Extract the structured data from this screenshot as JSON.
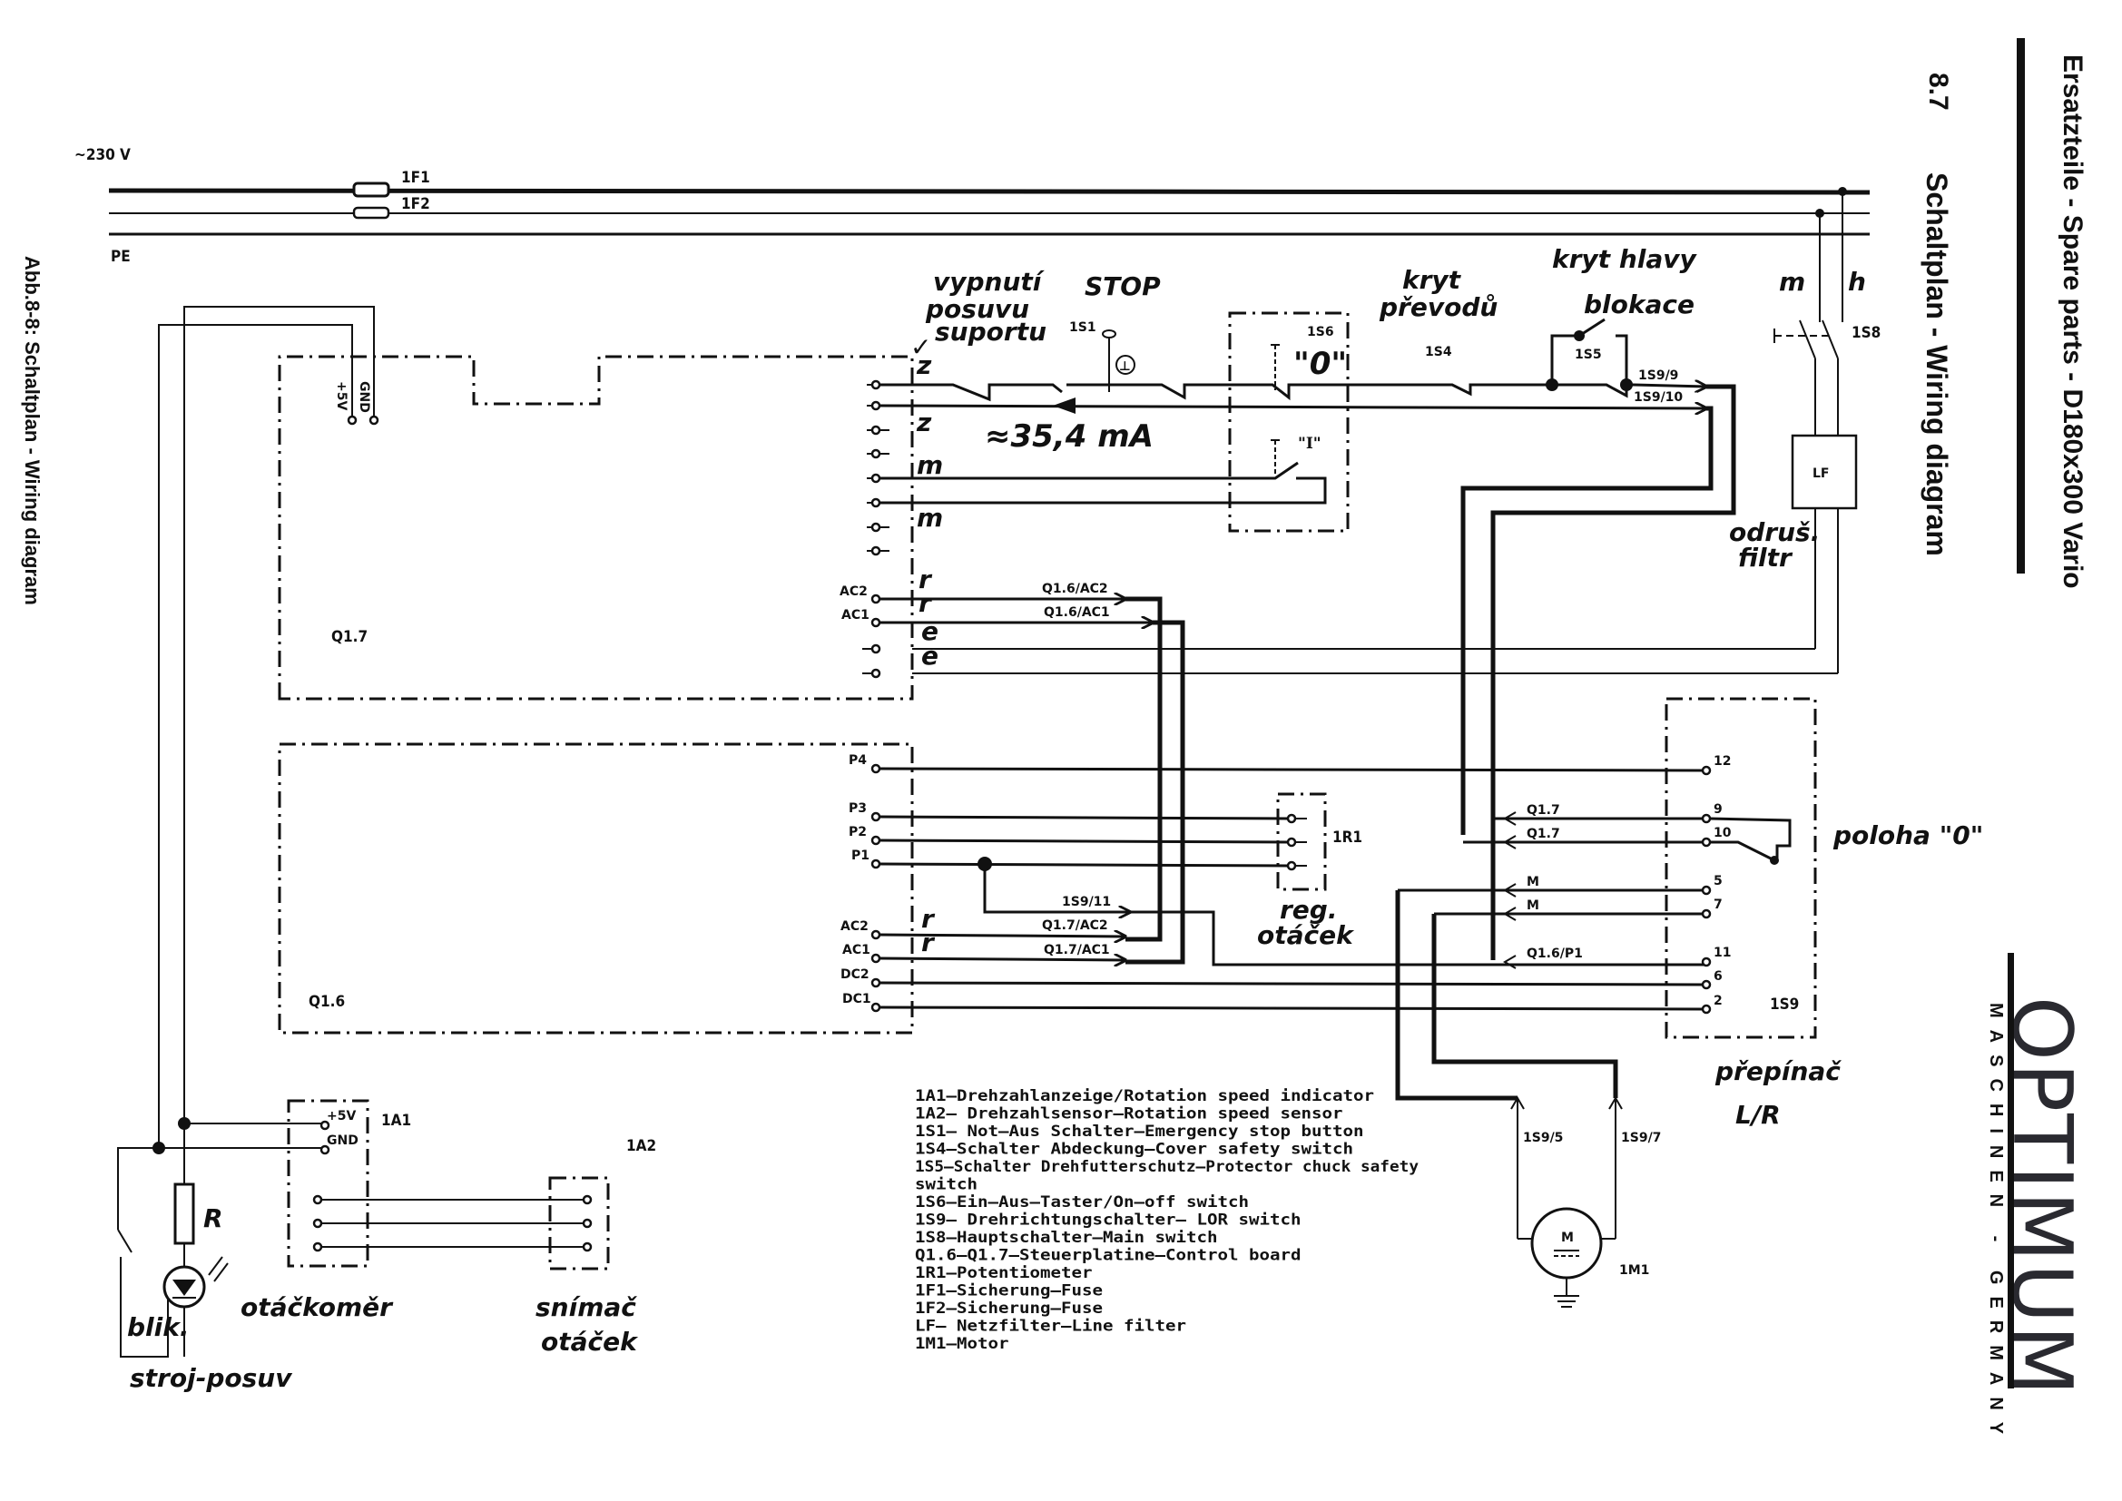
{
  "header": {
    "title": "Ersatzteile - Spare parts - D180x300 Vario",
    "section_number": "8.7",
    "section_title": "Schaltplan - Wiring diagram",
    "figure_caption": "Abb.8-8:   Schaltplan - Wiring diagram"
  },
  "brand": {
    "name": "OPTIMUM",
    "subtitle": "MASCHINEN - GERMANY"
  },
  "supply": {
    "voltage": "~230 V",
    "pe": "PE",
    "fuse1": "1F1",
    "fuse2": "1F2"
  },
  "boards": {
    "q17": {
      "label": "Q1.7",
      "pin_5v": "+5V",
      "pin_gnd": "GND",
      "pin_ac2": "AC2",
      "pin_ac1": "AC1",
      "notes": [
        "z",
        "z",
        "m",
        "m",
        "r",
        "r",
        "e",
        "e"
      ],
      "out_ac2": "Q1.6/AC2",
      "out_ac1": "Q1.6/AC1"
    },
    "q16": {
      "label": "Q1.6",
      "pins": [
        "P4",
        "P3",
        "P2",
        "P1",
        "AC2",
        "AC1",
        "DC2",
        "DC1"
      ],
      "out_s911": "1S9/11",
      "out_ac2": "Q1.7/AC2",
      "out_ac1": "Q1.7/AC1",
      "notes": [
        "r",
        "r"
      ]
    }
  },
  "switches": {
    "s1": "1S1",
    "s4": "1S4",
    "s5": "1S5",
    "s6": "1S6",
    "s6_pos0": "\"0\"",
    "s6_pos1": "\"I\"",
    "s8": "1S8",
    "s9": "1S9",
    "s9_9": "1S9/9",
    "s9_10": "1S9/10",
    "s9_pins": [
      "12",
      "9",
      "10",
      "5",
      "7",
      "11",
      "6",
      "2"
    ],
    "s9_in_labels": [
      "Q1.7",
      "Q1.7",
      "M",
      "M",
      "Q1.6/P1"
    ]
  },
  "components": {
    "r1": "1R1",
    "lf": "LF",
    "a1": "1A1",
    "a1_5v": "+5V",
    "a1_gnd": "GND",
    "a2": "1A2",
    "motor": "1M1",
    "motor_symbol": "M",
    "motor_in1": "1S9/5",
    "motor_in2": "1S9/7",
    "resistor": "R"
  },
  "handwritten": {
    "vypnuti": "vypnutí",
    "posuvu": "posuvu",
    "suportu": "suportu",
    "stop": "STOP",
    "current": "≈35,4 mA",
    "kryt_prevodu_1": "kryt",
    "kryt_prevodu_2": "převodů",
    "kryt_hlavy": "kryt hlavy",
    "blokace": "blokace",
    "m": "m",
    "h": "h",
    "odrus_1": "odruš.",
    "odrus_2": "filtr",
    "reg_1": "reg.",
    "reg_2": "otáček",
    "poloha": "poloha \"0\"",
    "prepinac_1": "přepínač",
    "prepinac_2": "L/R",
    "otackomer": "otáčkoměr",
    "snimac_1": "snímač",
    "snimac_2": "otáček",
    "blik": "blik.",
    "stroj_posuv": "stroj-posuv"
  },
  "legend": [
    "1A1—Drehzahlanzeige/Rotation speed indicator",
    "1A2— Drehzahlsensor—Rotation speed sensor",
    "1S1— Not—Aus Schalter—Emergency stop button",
    "1S4—Schalter Abdeckung—Cover safety switch",
    "1S5—Schalter Drehfutterschutz—Protector chuck safety",
    "switch",
    "1S6—Ein—Aus—Taster/On—off switch",
    "1S9— Drehrichtungschalter— LOR switch",
    "1S8—Hauptschalter—Main switch",
    "Q1.6—Q1.7—Steuerplatine—Control board",
    "1R1—Potentiometer",
    "1F1—Sicherung—Fuse",
    "1F2—Sicherung—Fuse",
    "LF— Netzfilter—Line filter",
    "1M1—Motor"
  ]
}
